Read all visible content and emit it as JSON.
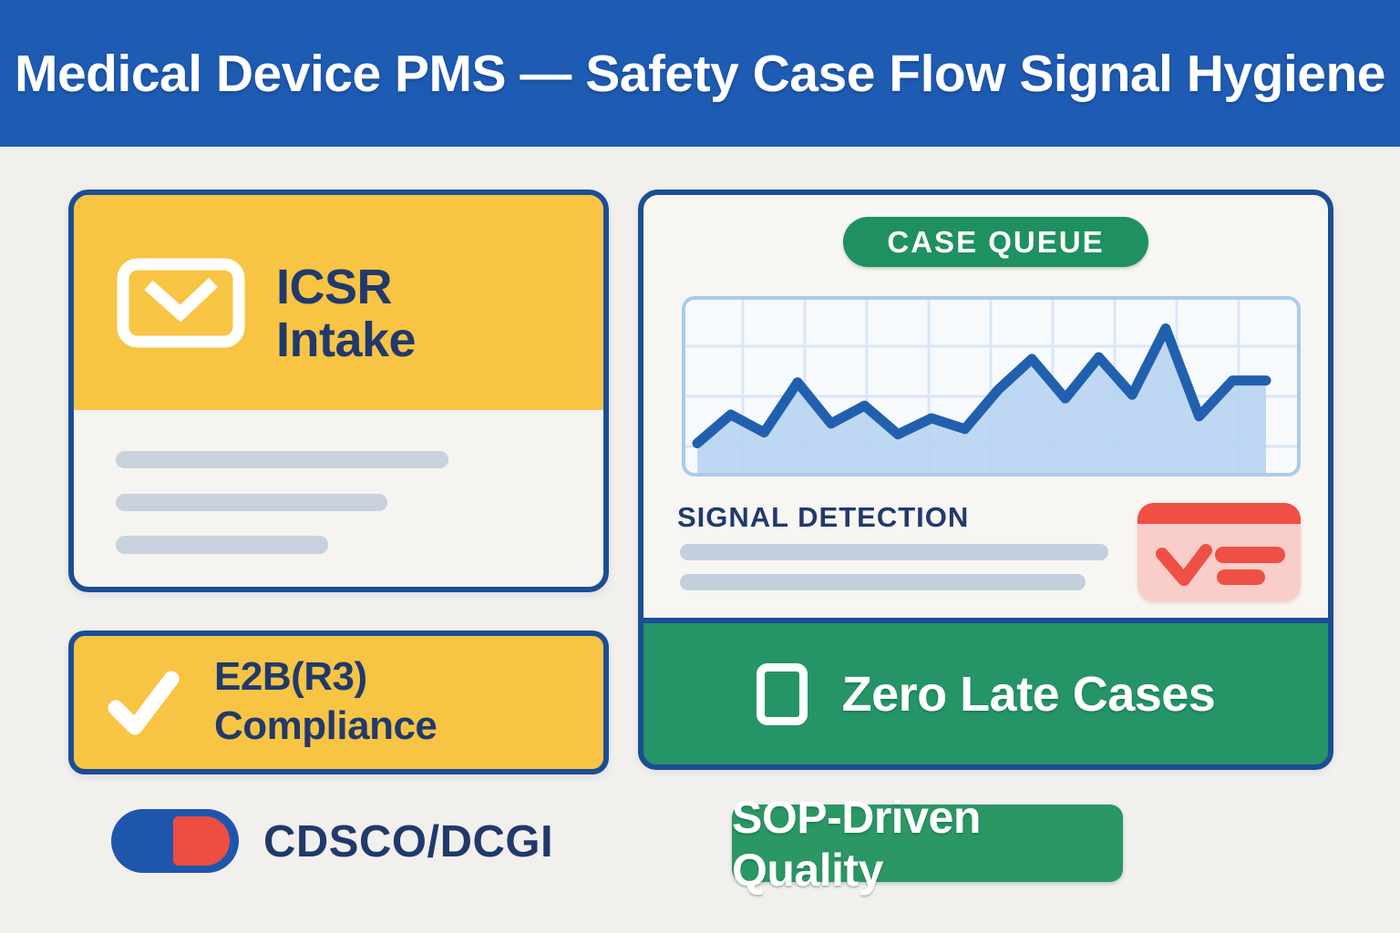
{
  "header": {
    "title": "Medical Device PMS — Safety Case Flow Signal Hygiene"
  },
  "left_column": {
    "icsr_card": {
      "icon": "envelope-down-icon",
      "title_line1": "ICSR",
      "title_line2": "Intake",
      "placeholder_lines": 3
    },
    "e2b_card": {
      "icon": "check-icon",
      "title_line1": "E2B(R3)",
      "title_line2": "Compliance"
    },
    "regulator": {
      "icon": "pill-icon",
      "label": "CDSCO/DCGI"
    }
  },
  "right_column": {
    "queue_badge": "CASE QUEUE",
    "signal_section": {
      "title": "SIGNAL DETECTION",
      "icon": "alert-list-icon",
      "placeholder_lines": 2
    },
    "footer": {
      "icon": "checkbox-icon",
      "label": "Zero Late Cases"
    }
  },
  "sop_badge": {
    "label": "SOP-Driven Quality"
  },
  "colors": {
    "header_blue": "#1e5bb2",
    "border_navy": "#1c4d95",
    "text_navy": "#21396b",
    "yellow": "#f7c444",
    "green": "#259467",
    "red": "#ee5044",
    "pink": "#f9cdc9",
    "gray_bar": "#c8d2dd",
    "page_bg": "#f2f0ed"
  },
  "chart_data": {
    "type": "area",
    "title": "CASE QUEUE",
    "x": [
      1,
      2,
      3,
      4,
      5,
      6,
      7,
      8,
      9,
      10,
      11,
      12,
      13,
      14,
      15,
      16,
      17,
      18
    ],
    "values": [
      18,
      34,
      24,
      52,
      29,
      39,
      23,
      32,
      26,
      48,
      65,
      43,
      66,
      45,
      82,
      33,
      53,
      53
    ],
    "xlabel": "",
    "ylabel": "",
    "ylim": [
      0,
      100
    ],
    "grid": true,
    "legend": false,
    "line_color": "#2160ae",
    "fill_color": "#b7d4f2"
  }
}
